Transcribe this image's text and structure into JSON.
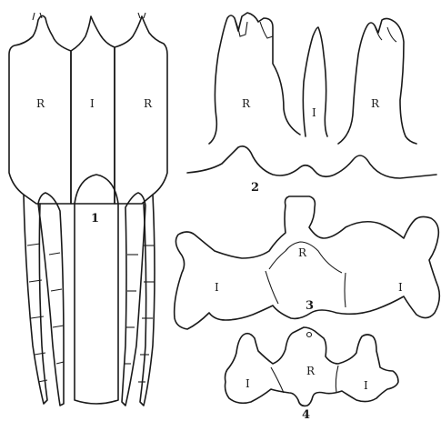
{
  "figure": {
    "fig1": {
      "number": "1",
      "left_label": "R",
      "middle_label": "I",
      "right_label": "R"
    },
    "fig2": {
      "number": "2",
      "left_label": "R",
      "middle_label": "I",
      "right_label": "R"
    },
    "fig3": {
      "number": "3",
      "top_label": "R",
      "left_label": "I",
      "right_label": "I"
    },
    "fig4": {
      "number": "4",
      "center_label": "R",
      "left_label": "I",
      "right_label": "I"
    }
  }
}
